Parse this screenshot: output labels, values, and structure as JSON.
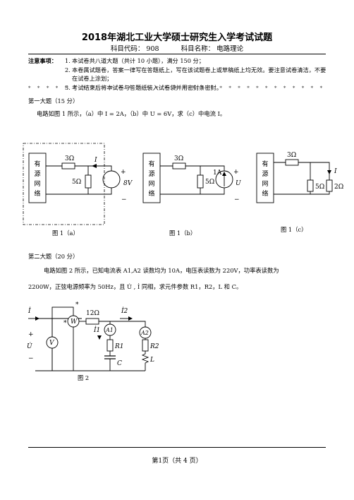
{
  "header": {
    "title": "2018年湖北工业大学硕士研究生入学考试试题",
    "subject_code": "科目代码：  908",
    "subject_name": "科目名称：  电路理论"
  },
  "notes": {
    "label": "注意事项：",
    "items": [
      {
        "num": "1.",
        "text": "本试卷共八道大题（共计 10 小题），满分 150 分；"
      },
      {
        "num": "2.",
        "text": "本卷属试题卷，答案一律写在答题纸上，写在该试题卷上或草稿纸上均无效。要注意试卷清洁，不要在试卷上涂划；"
      },
      {
        "num": "3.",
        "text": "考试结束后将本试卷与答题纸装入试卷袋并用密封条密封。"
      }
    ],
    "stars": "* * * * * * * * * * * * * * * * * * * * * * * * * * * * * * * * * * * * * * * * * * * * * * * * * * * *"
  },
  "q1": {
    "heading": "第一大题（15 分）",
    "text": "电路如图 1 所示，（a）中 I = 2A，（b）中 U = 6V，求（c）中电流 I。",
    "caption_a": "图  1（a）",
    "caption_b": "图  1（b）",
    "caption_c": "图  1（c）",
    "net_label": [
      "有",
      "源",
      "网",
      "络"
    ],
    "r3": "3Ω",
    "r5": "5Ω",
    "r2": "2Ω",
    "v8": "8V",
    "i1a": "1A",
    "i_label": "I",
    "u_label": "U",
    "plus": "+",
    "minus": "−"
  },
  "q2": {
    "heading": "第二大题（20 分）",
    "text_line1": "电路如图 2 所示，已知电流表 A1,A2 读数均为 10A，电压表读数为 220V，功率表读数为",
    "text_line2": "2200W，正弦电源频率为 50Hz，且 U̇ , İ 同相，求元件参数 R1，R2，L 和 C。",
    "caption": "图  2",
    "r12": "12Ω",
    "i": "İ",
    "i1": "İ1",
    "i2": "İ2",
    "u": "U̇",
    "w": "W",
    "v": "V",
    "a1": "A1",
    "a2": "A2",
    "r1": "R1",
    "r2": "R2",
    "c": "C",
    "l": "L",
    "star": "*",
    "plus": "+",
    "minus": "−"
  },
  "footer": {
    "page": "第1页（共 4 页）"
  }
}
